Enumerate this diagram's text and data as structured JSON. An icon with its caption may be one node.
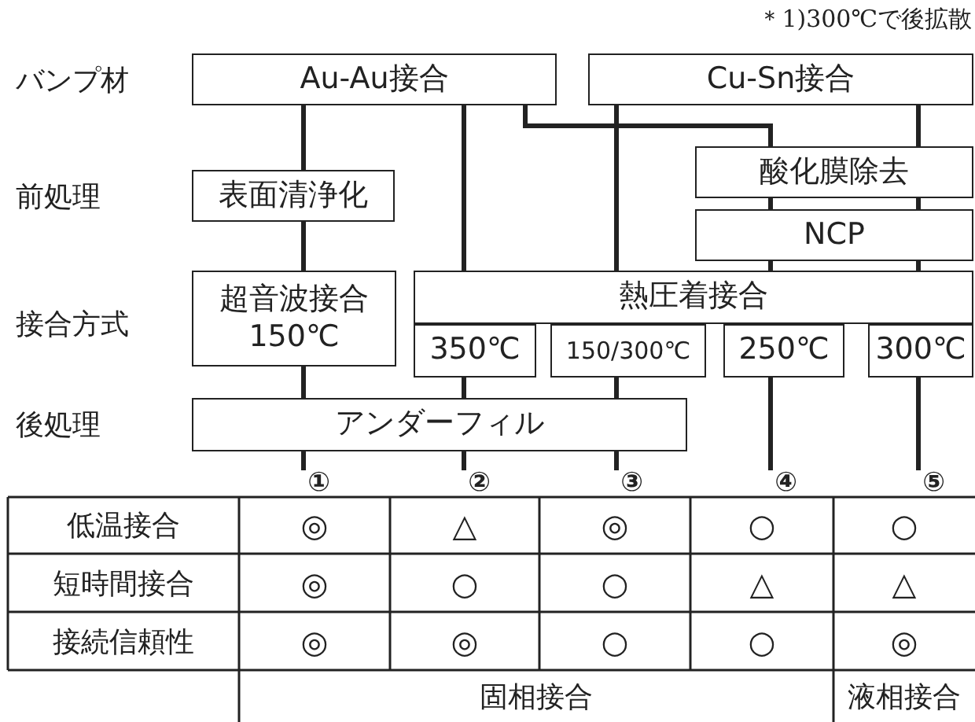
{
  "diagram": {
    "nodes": [
      {
        "text": [
          "Au-Au接合"
        ]
      },
      {
        "text": [
          "Cu-Sn接合"
        ]
      },
      {
        "text": [
          "表面清浄化"
        ]
      },
      {
        "text": [
          "酸化膜除去"
        ]
      },
      {
        "text": [
          "NCP"
        ]
      },
      {
        "text": [
          "超音波接合",
          "150℃"
        ]
      },
      {
        "text": [
          "熱圧着接合"
        ]
      },
      {
        "text": [
          "350℃"
        ]
      },
      {
        "text": [
          "150/300℃"
        ]
      },
      {
        "text": [
          "250℃"
        ]
      },
      {
        "text": [
          "300℃"
        ]
      },
      {
        "text": [
          "アンダーフィル"
        ]
      },
      {
        "text": [
          "①"
        ]
      },
      {
        "text": [
          "②"
        ]
      },
      {
        "text": [
          "③"
        ]
      },
      {
        "text": [
          "④"
        ]
      },
      {
        "text": [
          "⑤"
        ]
      }
    ],
    "edges": [
      {
        "from": 0,
        "to": 2,
        "arrow": "none"
      },
      {
        "from": 2,
        "to": 5,
        "arrow": "none"
      },
      {
        "from": 5,
        "to": 11,
        "arrow": "none"
      },
      {
        "from": 11,
        "to": 12,
        "arrow": "none"
      },
      {
        "from": 0,
        "to": 6,
        "arrow": "none"
      },
      {
        "from": 7,
        "to": 11,
        "arrow": "none"
      },
      {
        "from": 11,
        "to": 13,
        "arrow": "none"
      },
      {
        "from": 1,
        "to": 6,
        "arrow": "none"
      },
      {
        "from": 8,
        "to": 11,
        "arrow": "none"
      },
      {
        "from": 11,
        "to": 14,
        "arrow": "none"
      },
      {
        "from": 0,
        "to": 3,
        "arrow": "none"
      },
      {
        "from": 3,
        "to": 4,
        "arrow": "none"
      },
      {
        "from": 4,
        "to": 6,
        "arrow": "none"
      },
      {
        "from": 9,
        "to": 15,
        "arrow": "none"
      },
      {
        "from": 1,
        "to": 3,
        "arrow": "none"
      },
      {
        "from": 3,
        "to": 4,
        "arrow": "none"
      },
      {
        "from": 4,
        "to": 6,
        "arrow": "none"
      },
      {
        "from": 10,
        "to": 16,
        "arrow": "none"
      }
    ],
    "labels": [
      "＊1)300℃で後拡散",
      "バンプ材",
      "前処理",
      "接合方式",
      "後処理",
      "低温接合",
      "◎",
      "△",
      "◎",
      "○",
      "○",
      "短時間接合",
      "◎",
      "○",
      "○",
      "△",
      "△",
      "接続信頼性",
      "◎",
      "◎",
      "○",
      "○",
      "◎",
      "固相接合",
      "液相接合"
    ]
  }
}
